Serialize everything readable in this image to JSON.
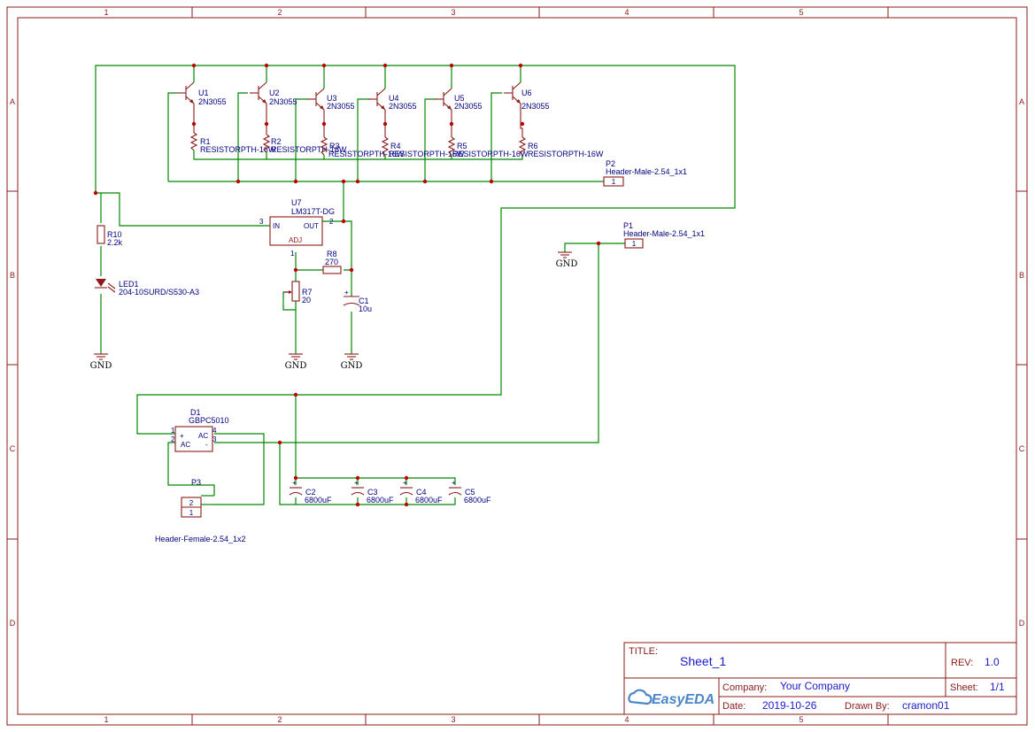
{
  "sheet": {
    "zones_top": [
      "1",
      "2",
      "3",
      "4",
      "5"
    ],
    "zones_side": [
      "A",
      "B",
      "C",
      "D"
    ]
  },
  "components": {
    "transistors": [
      {
        "ref": "U1",
        "value": "2N3055"
      },
      {
        "ref": "U2",
        "value": "2N3055"
      },
      {
        "ref": "U3",
        "value": "2N3055"
      },
      {
        "ref": "U4",
        "value": "2N3055"
      },
      {
        "ref": "U5",
        "value": "2N3055"
      },
      {
        "ref": "U6",
        "value": "2N3055"
      }
    ],
    "resistors_top": [
      {
        "ref": "R1",
        "value": "RESISTORPTH-16W"
      },
      {
        "ref": "R2",
        "value": "RESISTORPTH-16W"
      },
      {
        "ref": "R3",
        "value": "RESISTORPTH-16W"
      },
      {
        "ref": "R4",
        "value": "RESISTORPTH-16W"
      },
      {
        "ref": "R5",
        "value": "RESISTORPTH-16W"
      },
      {
        "ref": "R6",
        "value": "RESISTORPTH-16W"
      }
    ],
    "p2": {
      "ref": "P2",
      "value": "Header-Male-2.54_1x1",
      "pin": "1"
    },
    "p1": {
      "ref": "P1",
      "value": "Header-Male-2.54_1x1",
      "pin": "1"
    },
    "u7": {
      "ref": "U7",
      "value": "LM317T-DG",
      "pin_in": "IN",
      "pin_out": "OUT",
      "pin_adj": "ADJ",
      "pin_in_num": "3",
      "pin_out_num": "2",
      "pin_adj_num": "1"
    },
    "r10": {
      "ref": "R10",
      "value": "2.2k"
    },
    "led1": {
      "ref": "LED1",
      "value": "204-10SURD/S530-A3"
    },
    "r8": {
      "ref": "R8",
      "value": "270"
    },
    "r7": {
      "ref": "R7",
      "value": "20"
    },
    "c1": {
      "ref": "C1",
      "value": "10u"
    },
    "d1": {
      "ref": "D1",
      "value": "GBPC5010",
      "pin_plus": "+",
      "pin_minus": "-",
      "pin_ac1": "AC",
      "pin_ac2": "AC",
      "n1": "1",
      "n2": "2",
      "n3": "3",
      "n4": "4"
    },
    "p3": {
      "ref": "P3",
      "value": "Header-Female-2.54_1x2",
      "pin1": "1",
      "pin2": "2"
    },
    "caps": [
      {
        "ref": "C2",
        "value": "6800uF"
      },
      {
        "ref": "C3",
        "value": "6800uF"
      },
      {
        "ref": "C4",
        "value": "6800uF"
      },
      {
        "ref": "C5",
        "value": "6800uF"
      }
    ],
    "gnd_label": "GND"
  },
  "title_block": {
    "title_label": "TITLE:",
    "title": "Sheet_1",
    "rev_label": "REV:",
    "rev": "1.0",
    "company_label": "Company:",
    "company": "Your Company",
    "sheet_label": "Sheet:",
    "sheet": "1/1",
    "date_label": "Date:",
    "date": "2019-10-26",
    "drawn_label": "Drawn By:",
    "drawn_by": "cramon01",
    "logo_text": "EasyEDA"
  },
  "colors": {
    "frame": "#8b1a1a",
    "wire": "#008800",
    "junction": "#c00000",
    "text": "#000080"
  }
}
